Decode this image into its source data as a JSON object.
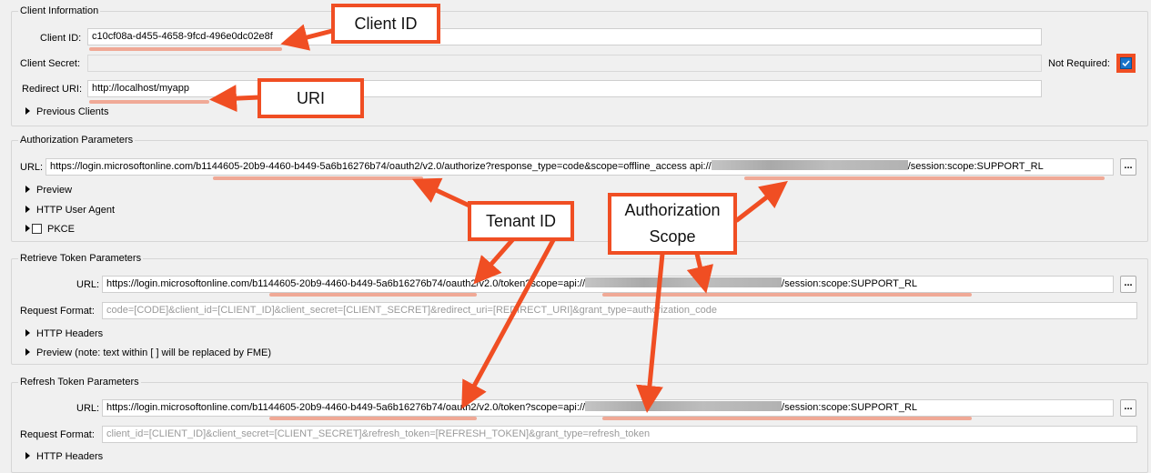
{
  "client_info": {
    "title": "Client Information",
    "client_id_label": "Client ID:",
    "client_id_value": "c10cf08a-d455-4658-9fcd-496e0dc02e8f",
    "client_secret_label": "Client Secret:",
    "not_required_label": "Not Required:",
    "not_required_checked": true,
    "redirect_uri_label": "Redirect URI:",
    "redirect_uri_value": "http://localhost/myapp",
    "previous_clients": "Previous Clients"
  },
  "authorization": {
    "title": "Authorization Parameters",
    "url_label": "URL:",
    "url_prefix": "https://login.microsoftonline.com/b1144605-20b9-4460-b449-5a6b16276b74/oauth2/v2.0/authorize?response_type=code&scope=offline_access api://",
    "url_suffix": "/session:scope:SUPPORT_RL",
    "browse_label": "...",
    "preview": "Preview",
    "http_user_agent": "HTTP User Agent",
    "pkce": "PKCE"
  },
  "retrieve_token": {
    "title": "Retrieve Token Parameters",
    "url_label": "URL:",
    "url_prefix": "https://login.microsoftonline.com/b1144605-20b9-4460-b449-5a6b16276b74/oauth2/v2.0/token?scope=api://",
    "url_suffix": "/session:scope:SUPPORT_RL",
    "browse_label": "...",
    "request_format_label": "Request Format:",
    "request_format_value": "code=[CODE]&client_id=[CLIENT_ID]&client_secret=[CLIENT_SECRET]&redirect_uri=[REDIRECT_URI]&grant_type=authorization_code",
    "http_headers": "HTTP Headers",
    "preview_note": "Preview (note: text within [ ] will be replaced by FME)"
  },
  "refresh_token": {
    "title": "Refresh Token Parameters",
    "url_label": "URL:",
    "url_prefix": "https://login.microsoftonline.com/b1144605-20b9-4460-b449-5a6b16276b74/oauth2/v2.0/token?scope=api://",
    "url_suffix": "/session:scope:SUPPORT_RL",
    "browse_label": "...",
    "request_format_label": "Request Format:",
    "request_format_value": "client_id=[CLIENT_ID]&client_secret=[CLIENT_SECRET]&refresh_token=[REFRESH_TOKEN]&grant_type=refresh_token",
    "http_headers": "HTTP Headers"
  },
  "annotations": {
    "client_id": "Client ID",
    "uri": "URI",
    "tenant_id": "Tenant ID",
    "auth_scope_line1": "Authorization",
    "auth_scope_line2": "Scope",
    "color": "#f04e23"
  }
}
